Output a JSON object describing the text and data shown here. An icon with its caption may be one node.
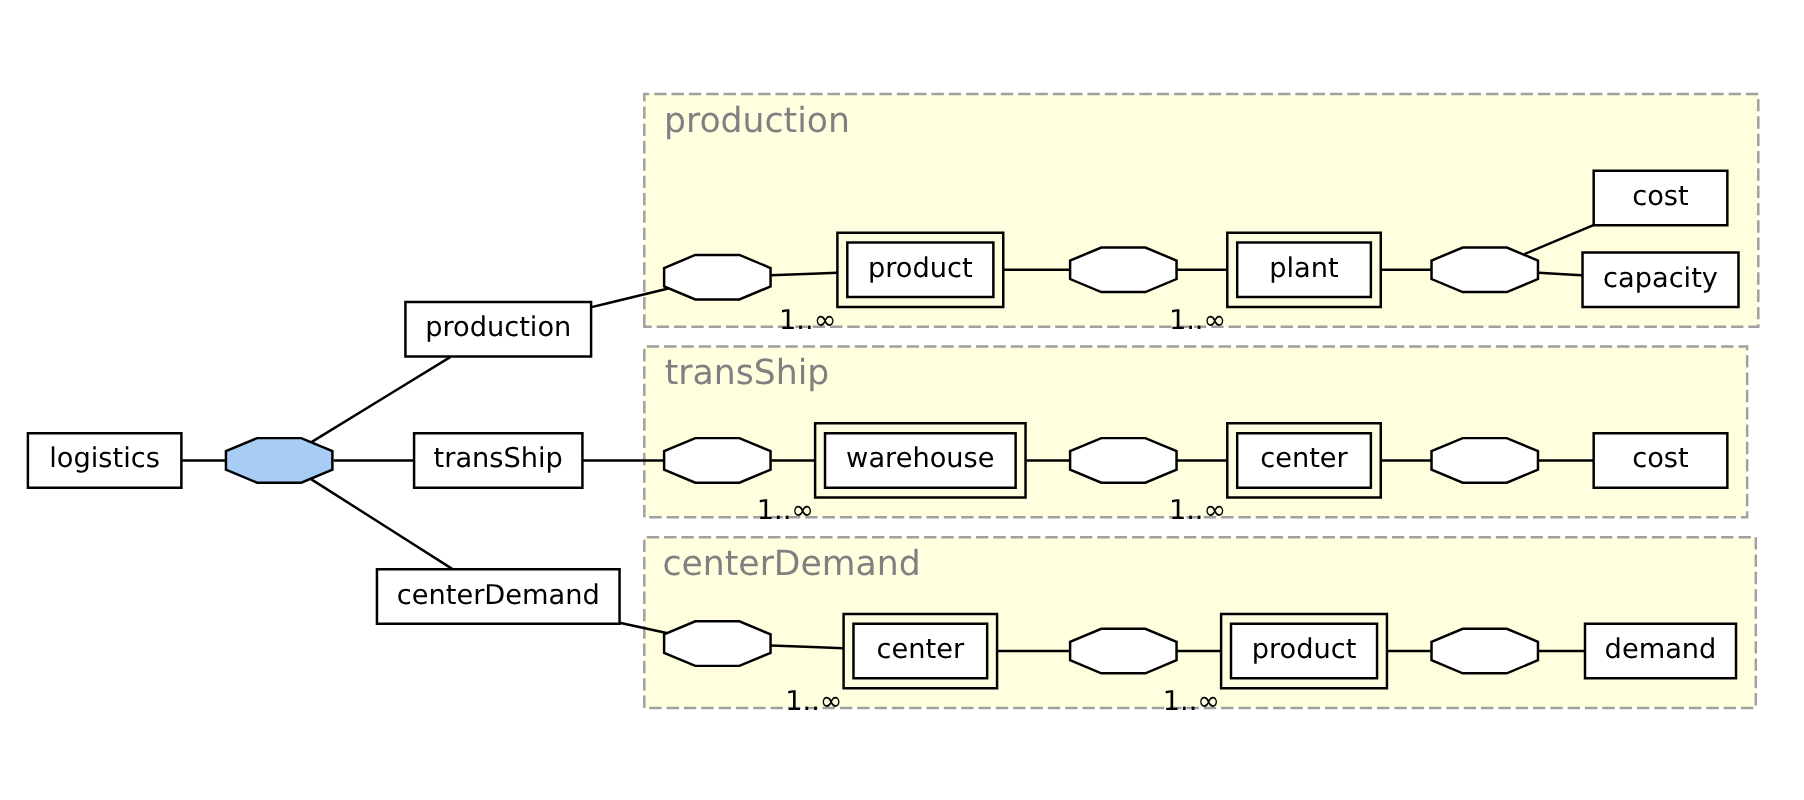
{
  "diagram": {
    "nodes": [
      {
        "text": [
          "logistics"
        ]
      },
      {
        "text": [],
        "shape": "octagon"
      },
      {
        "text": [
          "production"
        ]
      },
      {
        "text": [
          "production"
        ]
      },
      {
        "text": [],
        "shape": "octagon",
        "in": 3
      },
      {
        "text": [
          "product"
        ],
        "in": 3,
        "beside": [
          "1..∞"
        ]
      },
      {
        "text": [],
        "shape": "octagon",
        "in": 3
      },
      {
        "text": [
          "plant"
        ],
        "in": 3,
        "beside": [
          "1..∞"
        ]
      },
      {
        "text": [],
        "shape": "octagon",
        "in": 3
      },
      {
        "text": [
          "capacity"
        ],
        "in": 3
      },
      {
        "text": [
          "cost"
        ],
        "in": 3
      },
      {
        "text": [
          "transShip"
        ]
      },
      {
        "text": [
          "transShip"
        ]
      },
      {
        "text": [],
        "shape": "octagon",
        "in": 12
      },
      {
        "text": [
          "warehouse"
        ],
        "in": 12,
        "beside": [
          "1..∞"
        ]
      },
      {
        "text": [],
        "shape": "octagon",
        "in": 12
      },
      {
        "text": [
          "center"
        ],
        "in": 12,
        "beside": [
          "1..∞"
        ]
      },
      {
        "text": [],
        "shape": "octagon",
        "in": 12
      },
      {
        "text": [
          "cost"
        ],
        "in": 12
      },
      {
        "text": [
          "centerDemand"
        ]
      },
      {
        "text": [
          "centerDemand"
        ]
      },
      {
        "text": [],
        "shape": "octagon",
        "in": 20
      },
      {
        "text": [
          "center"
        ],
        "in": 20,
        "beside": [
          "1..∞"
        ]
      },
      {
        "text": [],
        "shape": "octagon",
        "in": 20
      },
      {
        "text": [
          "product"
        ],
        "in": 20,
        "beside": [
          "1..∞"
        ]
      },
      {
        "text": [],
        "shape": "octagon",
        "in": 20
      },
      {
        "text": [
          "demand"
        ],
        "in": 20
      }
    ],
    "edges": [
      {
        "from": 0,
        "to": 1,
        "arrow": "none"
      },
      {
        "from": 1,
        "to": 2,
        "arrow": "none"
      },
      {
        "from": 1,
        "to": 11,
        "arrow": "none"
      },
      {
        "from": 1,
        "to": 19,
        "arrow": "none"
      },
      {
        "from": 2,
        "to": 4,
        "arrow": "none"
      },
      {
        "from": 4,
        "to": 5,
        "arrow": "none"
      },
      {
        "from": 5,
        "to": 6,
        "arrow": "none"
      },
      {
        "from": 6,
        "to": 7,
        "arrow": "none"
      },
      {
        "from": 7,
        "to": 8,
        "arrow": "none"
      },
      {
        "from": 8,
        "to": 9,
        "arrow": "none"
      },
      {
        "from": 8,
        "to": 10,
        "arrow": "none"
      },
      {
        "from": 11,
        "to": 13,
        "arrow": "none"
      },
      {
        "from": 13,
        "to": 14,
        "arrow": "none"
      },
      {
        "from": 14,
        "to": 15,
        "arrow": "none"
      },
      {
        "from": 15,
        "to": 16,
        "arrow": "none"
      },
      {
        "from": 16,
        "to": 17,
        "arrow": "none"
      },
      {
        "from": 17,
        "to": 18,
        "arrow": "none"
      },
      {
        "from": 19,
        "to": 21,
        "arrow": "none"
      },
      {
        "from": 21,
        "to": 22,
        "arrow": "none"
      },
      {
        "from": 22,
        "to": 23,
        "arrow": "none"
      },
      {
        "from": 23,
        "to": 24,
        "arrow": "none"
      },
      {
        "from": 24,
        "to": 25,
        "arrow": "none"
      },
      {
        "from": 25,
        "to": 26,
        "arrow": "none"
      }
    ]
  }
}
